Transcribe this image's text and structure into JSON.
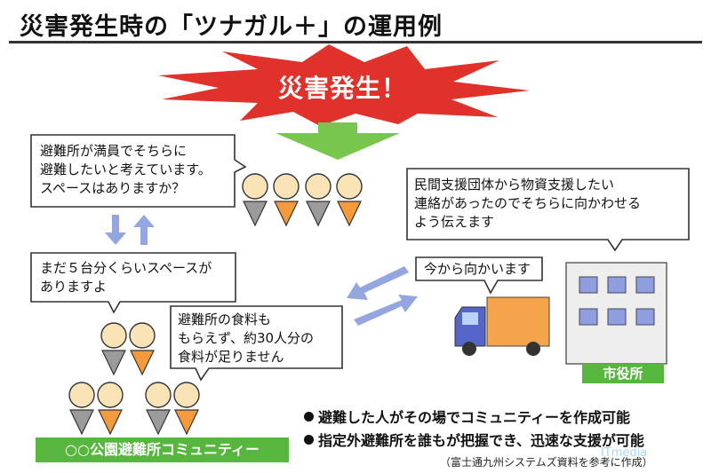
{
  "title": "災害発生時の「ツナガル＋」の運用例",
  "burst_text": "災害発生！",
  "bubbles": {
    "question": [
      "避難所が満員でそちらに",
      "避難したいと考えています。",
      "スペースはありますか？"
    ],
    "answer": [
      "まだ５台分くらいスペースが",
      "ありますよ"
    ],
    "food": [
      "避難所の食料も",
      "もらえず、約30人分の",
      "食料が足りません"
    ],
    "cityhall": [
      "民間支援団体から物資支援したい",
      "連絡があったのでそちらに向かわせる",
      "よう伝えます"
    ],
    "truck": [
      "今から向かいます"
    ]
  },
  "labels": {
    "cityhall": "市役所",
    "community": "○○公園避難所コミュニティー"
  },
  "notes": [
    "避難した人がその場でコミュニティーを作成可能",
    "指定外避難所を誰もが把握でき、迅速な支援が可能"
  ],
  "source": "（富士通九州システムズ資料を参考に作成）",
  "watermark": "ITmedia",
  "colors": {
    "burst": "#e0322b",
    "down_arrow": "#78c64b",
    "label_bar": "#56b63e",
    "arrows": "#93a6e0",
    "truck_body": "#f4a44a",
    "truck_cab": "#5566c8",
    "building": "#eeeeee",
    "window": "#8f9ee0",
    "person_gray": "#9b9b9b",
    "person_orange": "#f39a3c",
    "head": "#fbe3b8"
  }
}
